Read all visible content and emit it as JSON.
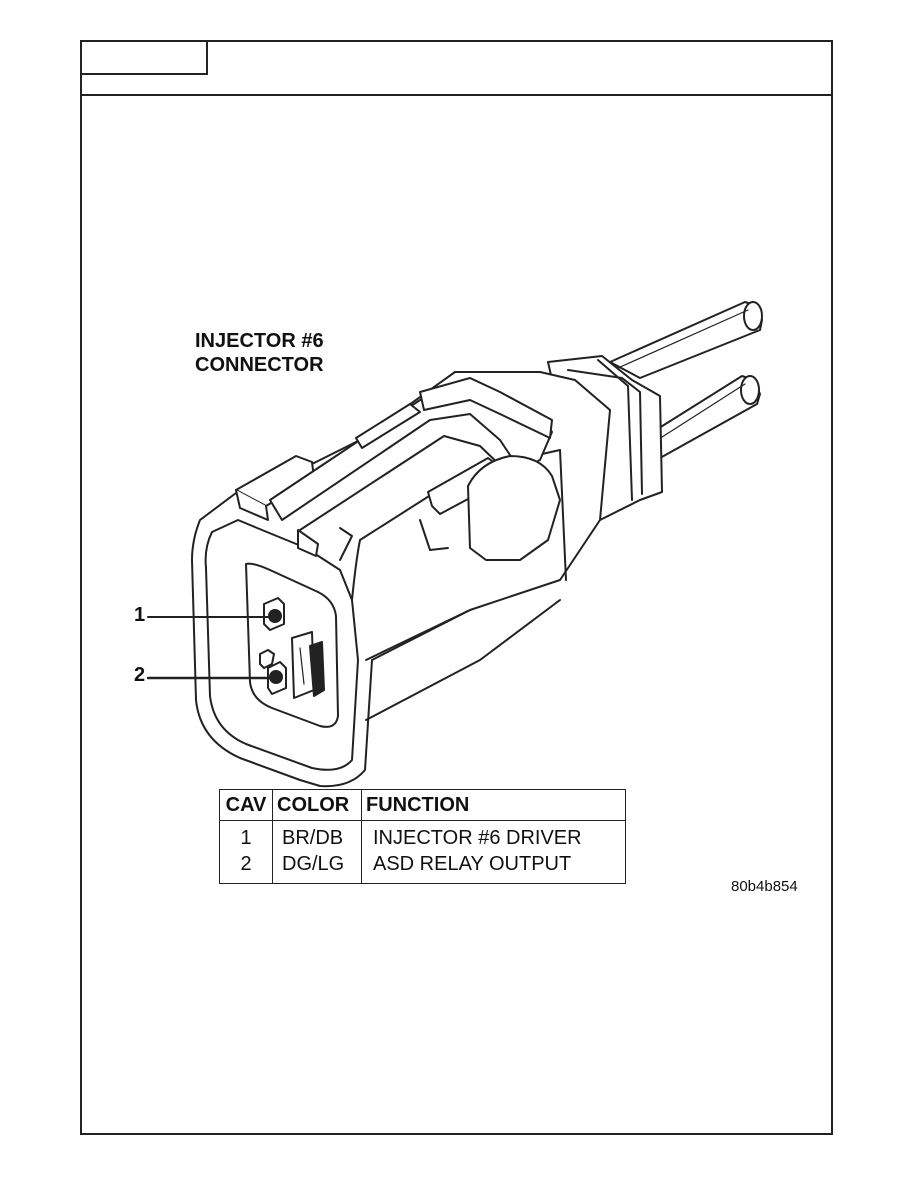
{
  "connector": {
    "title_line1": "INJECTOR #6",
    "title_line2": "CONNECTOR"
  },
  "cavity_callouts": [
    {
      "label": "1"
    },
    {
      "label": "2"
    }
  ],
  "pin_table": {
    "headers": [
      "CAV",
      "COLOR",
      "FUNCTION"
    ],
    "rows": [
      {
        "cav": "1",
        "color": "BR/DB",
        "function": "INJECTOR #6 DRIVER"
      },
      {
        "cav": "2",
        "color": "DG/LG",
        "function": "ASD RELAY OUTPUT"
      }
    ]
  },
  "figure_id": "80b4b854",
  "colors": {
    "line": "#222222",
    "paper": "#ffffff"
  }
}
